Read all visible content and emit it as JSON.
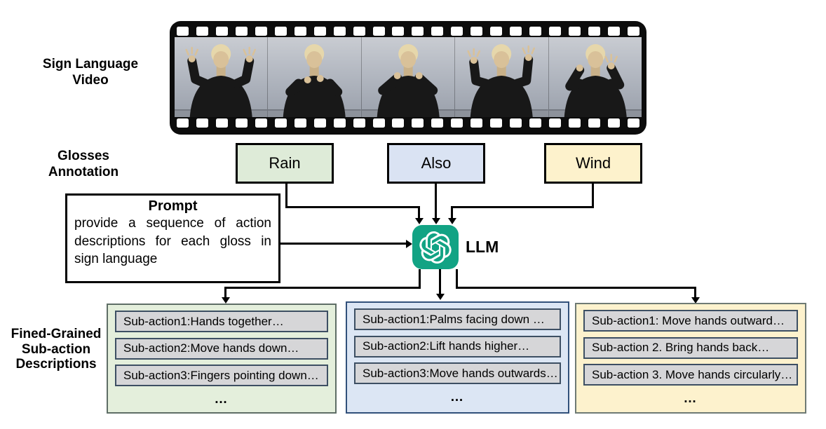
{
  "labels": {
    "video_line1": "Sign Language",
    "video_line2": "Video",
    "glosses_line1": "Glosses",
    "glosses_line2": "Annotation",
    "subaction_line1": "Fined-Grained",
    "subaction_line2": "Sub-action",
    "subaction_line3": "Descriptions"
  },
  "video": {
    "frames": 5
  },
  "glosses": [
    {
      "label": "Rain",
      "bg": "#deebd8"
    },
    {
      "label": "Also",
      "bg": "#dae3f3"
    },
    {
      "label": "Wind",
      "bg": "#fdf2cc"
    }
  ],
  "prompt": {
    "title": "Prompt",
    "body": "provide a sequence of action descriptions for each gloss in sign language"
  },
  "llm": {
    "label": "LLM",
    "icon": "openai-logo",
    "accent": "#12a384"
  },
  "outputs_style": {
    "row_bg": "#d6d6d8",
    "row_border": "#3d4f63"
  },
  "outputs": [
    {
      "bg": "#e4efdc",
      "border": "#5e6e66",
      "items": [
        "Sub-action1:Hands together…",
        "Sub-action2:Move hands down…",
        "Sub-action3:Fingers pointing down…"
      ],
      "more": "…"
    },
    {
      "bg": "#dce6f4",
      "border": "#31507a",
      "items": [
        "Sub-action1:Palms facing down …",
        "Sub-action2:Lift hands higher…",
        "Sub-action3:Move hands outwards…"
      ],
      "more": "…"
    },
    {
      "bg": "#fdf2cd",
      "border": "#6e7a74",
      "items": [
        "Sub-action1: Move hands outward…",
        "Sub-action 2. Bring hands back…",
        "Sub-action 3. Move hands circularly…"
      ],
      "more": "…"
    }
  ]
}
